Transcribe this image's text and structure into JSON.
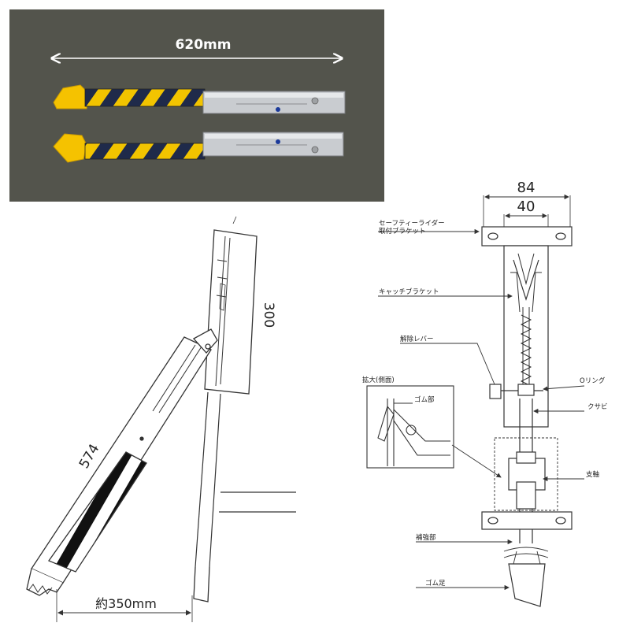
{
  "photo": {
    "width_label": "620mm"
  },
  "side_view": {
    "height_label": "300",
    "length_label": "574",
    "reach_label": "約350mm"
  },
  "front_view": {
    "outer_width_label": "84",
    "inner_width_label": "40",
    "labels": {
      "mount_bracket_line1": "セーフティーライダー",
      "mount_bracket_line2": "取付ブラケット",
      "catch_bracket": "キャッチブラケット",
      "release_lever": "解除レバー",
      "o_ring": "Oリング",
      "chain": "クサビ",
      "enlarged_side": "拡大(側面)",
      "rubber_section": "ゴム部",
      "pivot": "支軸",
      "reinforcement": "補強部",
      "rubber_foot": "ゴム足"
    }
  },
  "colors": {
    "photo_bg": "#4f5049",
    "stripe_yellow": "#f2c400",
    "stripe_dark": "#1f2a4a",
    "foot_yellow": "#f5c200",
    "metal": "#c9ccd0",
    "line": "#333333"
  }
}
